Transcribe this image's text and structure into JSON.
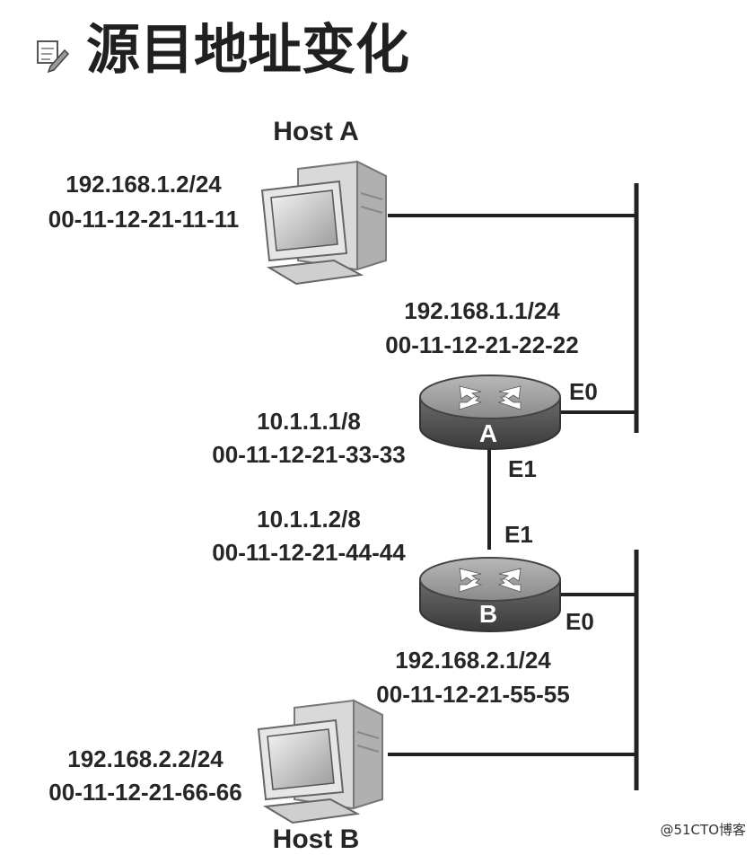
{
  "title": "源目地址变化",
  "host_a": {
    "name": "Host A",
    "ip": "192.168.1.2/24",
    "mac": "00-11-12-21-11-11"
  },
  "host_b": {
    "name": "Host B",
    "ip": "192.168.2.2/24",
    "mac": "00-11-12-21-66-66"
  },
  "router_a": {
    "label": "A",
    "e0": {
      "name": "E0",
      "ip": "192.168.1.1/24",
      "mac": "00-11-12-21-22-22"
    },
    "e1": {
      "name": "E1",
      "ip": "10.1.1.1/8",
      "mac": "00-11-12-21-33-33"
    }
  },
  "router_b": {
    "label": "B",
    "e1": {
      "name": "E1",
      "ip": "10.1.1.2/8",
      "mac": "00-11-12-21-44-44"
    },
    "e0": {
      "name": "E0",
      "ip": "192.168.2.1/24",
      "mac": "00-11-12-21-55-55"
    }
  },
  "watermark": "@51CTO博客",
  "icons": [
    "edit-note-icon",
    "computer-icon",
    "router-icon"
  ]
}
